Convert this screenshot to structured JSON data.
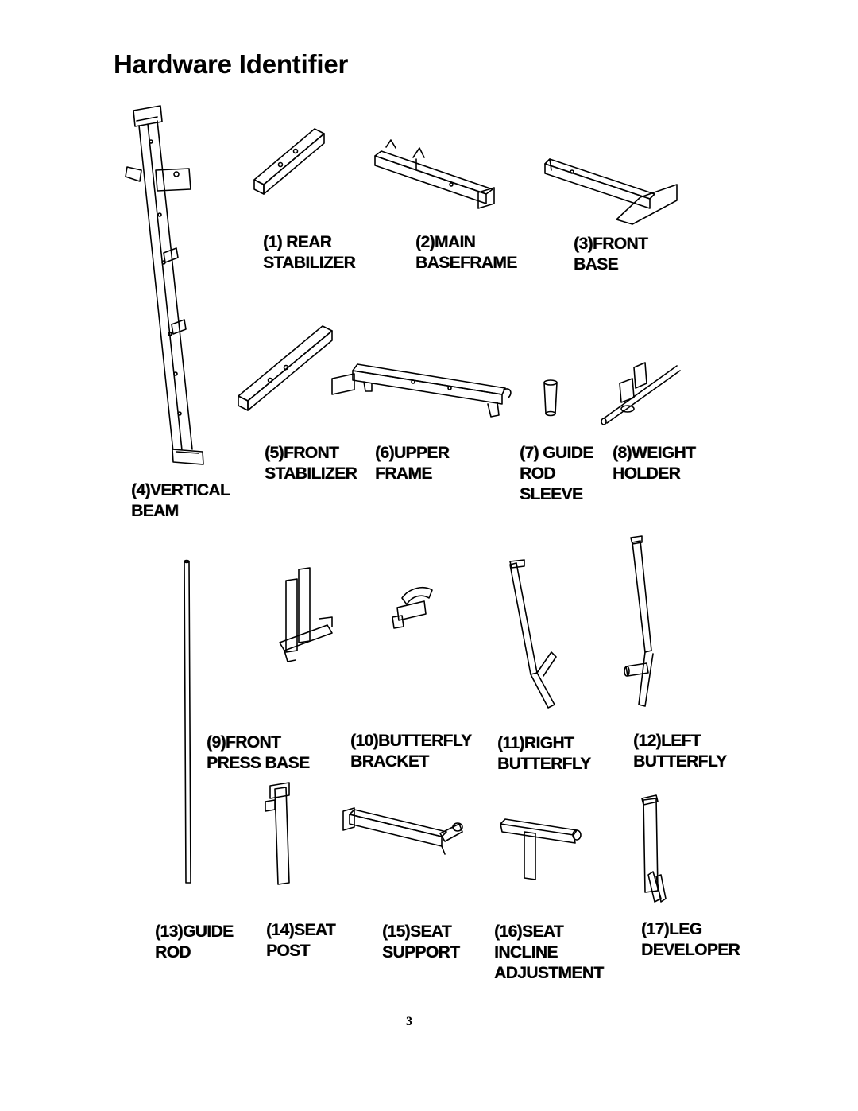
{
  "title": "Hardware Identifier",
  "page_number": "3",
  "parts": [
    {
      "id": "1",
      "line1": "(1) REAR",
      "line2": "STABILIZER",
      "line3": ""
    },
    {
      "id": "2",
      "line1": "(2)MAIN",
      "line2": "BASEFRAME",
      "line3": ""
    },
    {
      "id": "3",
      "line1": "(3)FRONT",
      "line2": "BASE",
      "line3": ""
    },
    {
      "id": "4",
      "line1": "(4)VERTICAL",
      "line2": "BEAM",
      "line3": ""
    },
    {
      "id": "5",
      "line1": "(5)FRONT",
      "line2": "STABILIZER",
      "line3": ""
    },
    {
      "id": "6",
      "line1": "(6)UPPER",
      "line2": "FRAME",
      "line3": ""
    },
    {
      "id": "7",
      "line1": "(7) GUIDE",
      "line2": "ROD",
      "line3": "SLEEVE"
    },
    {
      "id": "8",
      "line1": "(8)WEIGHT",
      "line2": "HOLDER",
      "line3": ""
    },
    {
      "id": "9",
      "line1": "(9)FRONT",
      "line2": "PRESS BASE",
      "line3": ""
    },
    {
      "id": "10",
      "line1": "(10)BUTTERFLY",
      "line2": "BRACKET",
      "line3": ""
    },
    {
      "id": "11",
      "line1": "(11)RIGHT",
      "line2": "BUTTERFLY",
      "line3": ""
    },
    {
      "id": "12",
      "line1": "(12)LEFT",
      "line2": "BUTTERFLY",
      "line3": ""
    },
    {
      "id": "13",
      "line1": "(13)GUIDE",
      "line2": "ROD",
      "line3": ""
    },
    {
      "id": "14",
      "line1": "(14)SEAT",
      "line2": "POST",
      "line3": ""
    },
    {
      "id": "15",
      "line1": "(15)SEAT",
      "line2": "SUPPORT",
      "line3": ""
    },
    {
      "id": "16",
      "line1": "(16)SEAT",
      "line2": "INCLINE",
      "line3": "ADJUSTMENT"
    },
    {
      "id": "17",
      "line1": "(17)LEG",
      "line2": "DEVELOPER",
      "line3": ""
    }
  ]
}
